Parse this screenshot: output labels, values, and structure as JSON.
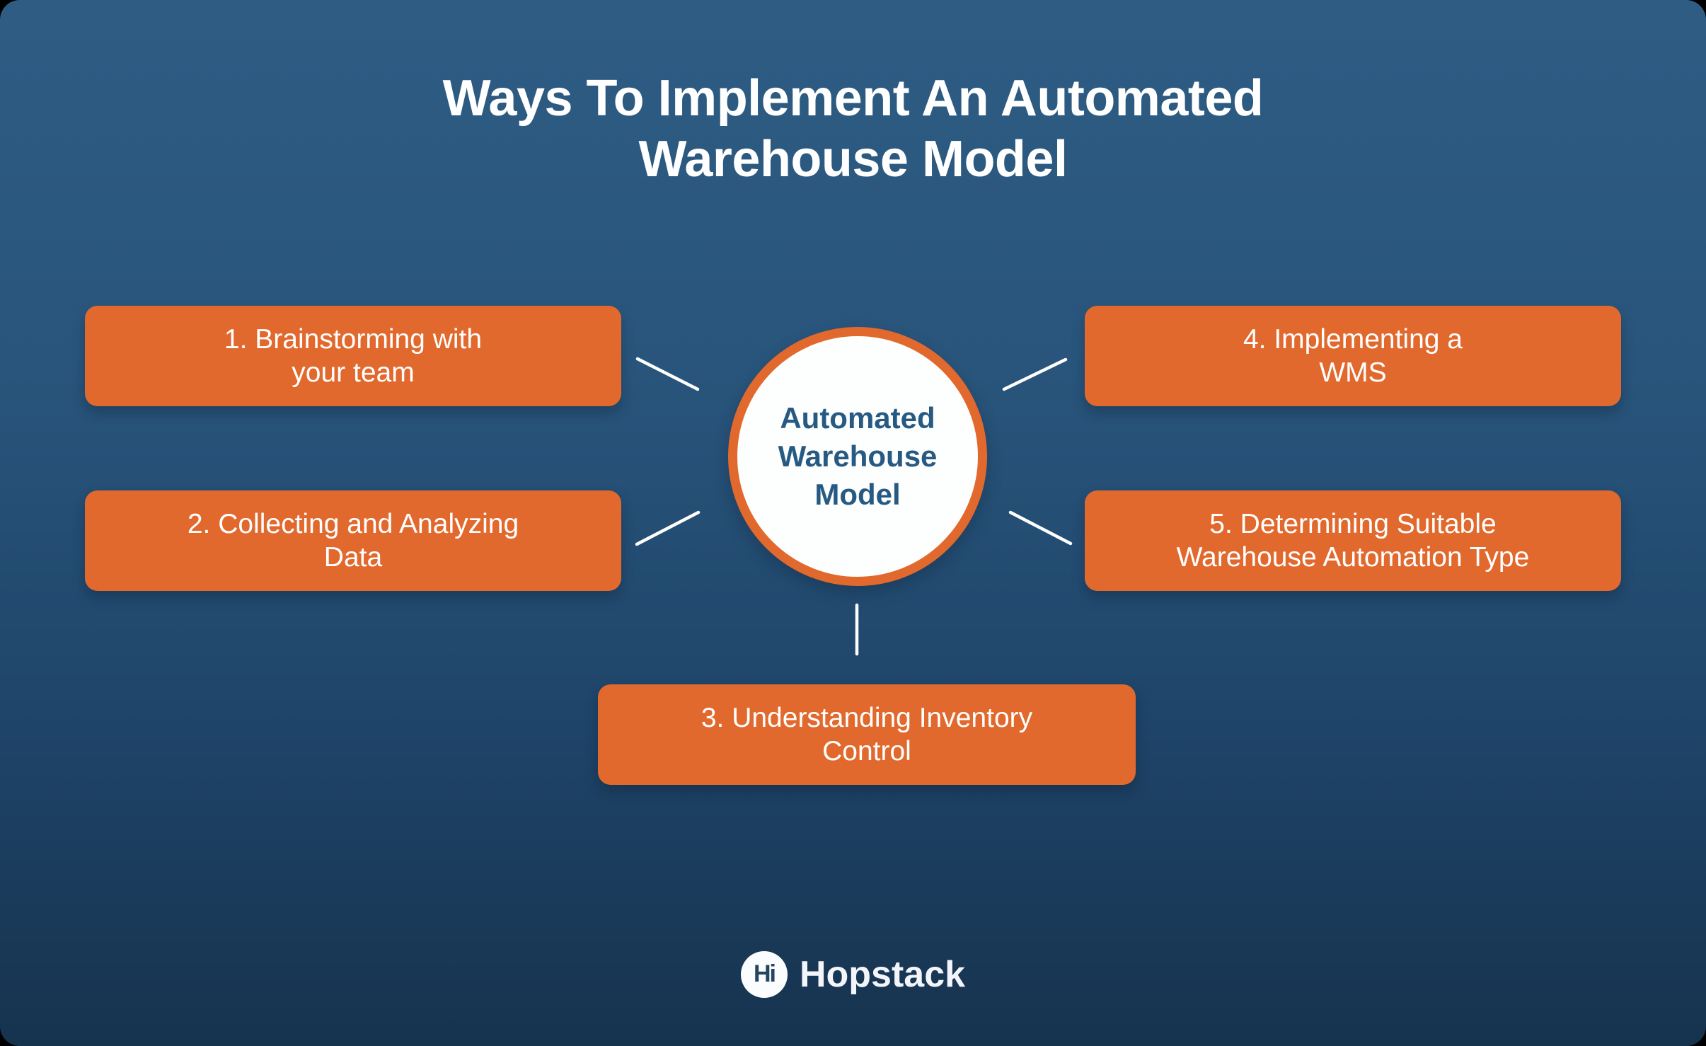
{
  "title": {
    "lines": [
      "Ways To Implement An Automated",
      "Warehouse Model"
    ]
  },
  "center_node": {
    "lines": [
      "Automated",
      "Warehouse",
      "Model"
    ]
  },
  "steps": [
    {
      "id": "1",
      "lines": [
        "1. Brainstorming with",
        "your team"
      ]
    },
    {
      "id": "2",
      "lines": [
        "2. Collecting and Analyzing",
        "Data"
      ]
    },
    {
      "id": "3",
      "lines": [
        "3. Understanding Inventory",
        "Control"
      ]
    },
    {
      "id": "4",
      "lines": [
        "4. Implementing a",
        "WMS"
      ]
    },
    {
      "id": "5",
      "lines": [
        "5. Determining Suitable",
        "Warehouse Automation Type"
      ]
    }
  ],
  "footer": {
    "monogram": "Hi",
    "brand": "Hopstack"
  },
  "colors": {
    "accent_orange": "#e2692d",
    "background_top": "#2e5c83",
    "background_bottom": "#16334e",
    "center_text_navy": "#275a82",
    "logo_navy": "#24455f",
    "text_white": "#ffffff"
  }
}
